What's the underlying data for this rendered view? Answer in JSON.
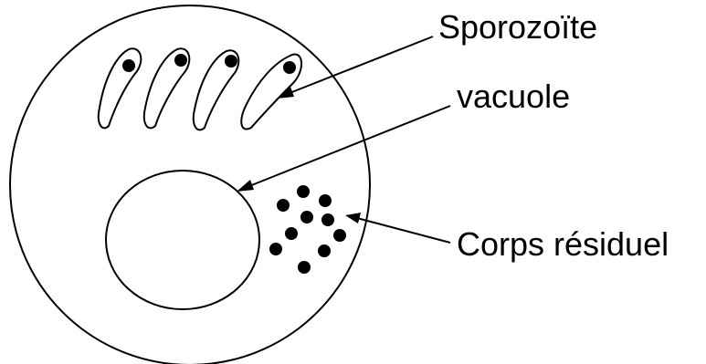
{
  "labels": {
    "sporozoite": "Sporozoïte",
    "vacuole": "vacuole",
    "corps_residuel": "Corps résiduel"
  },
  "colors": {
    "stroke": "#000000",
    "fill_dot": "#000000",
    "background": "#ffffff"
  }
}
